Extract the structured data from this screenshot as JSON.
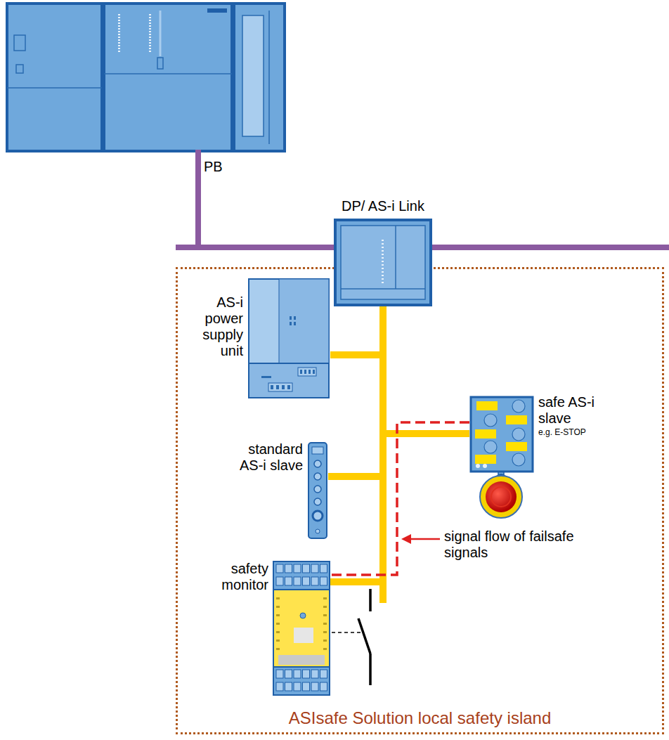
{
  "diagram": {
    "nodes": [
      {
        "text": [
          "ASIsafe Solution local safety island"
        ]
      },
      {
        "text": [
          "DP/ AS-i Link"
        ]
      },
      {
        "text": [
          "AS-i power supply unit"
        ],
        "in": 0
      },
      {
        "text": [
          "standard AS-i slave"
        ],
        "in": 0
      },
      {
        "text": [
          "safe AS-i slave",
          "e.g. E-STOP"
        ],
        "in": 0
      },
      {
        "text": [
          "safety monitor"
        ],
        "in": 0
      }
    ],
    "edges": [
      {
        "from": 1,
        "to": 2,
        "arrow": "none"
      },
      {
        "from": 1,
        "to": 3,
        "arrow": "none"
      },
      {
        "from": 1,
        "to": 4,
        "arrow": "none"
      },
      {
        "from": 1,
        "to": 5,
        "arrow": "none"
      }
    ],
    "labels": [
      "PB",
      "signal flow of failsafe signals"
    ]
  }
}
